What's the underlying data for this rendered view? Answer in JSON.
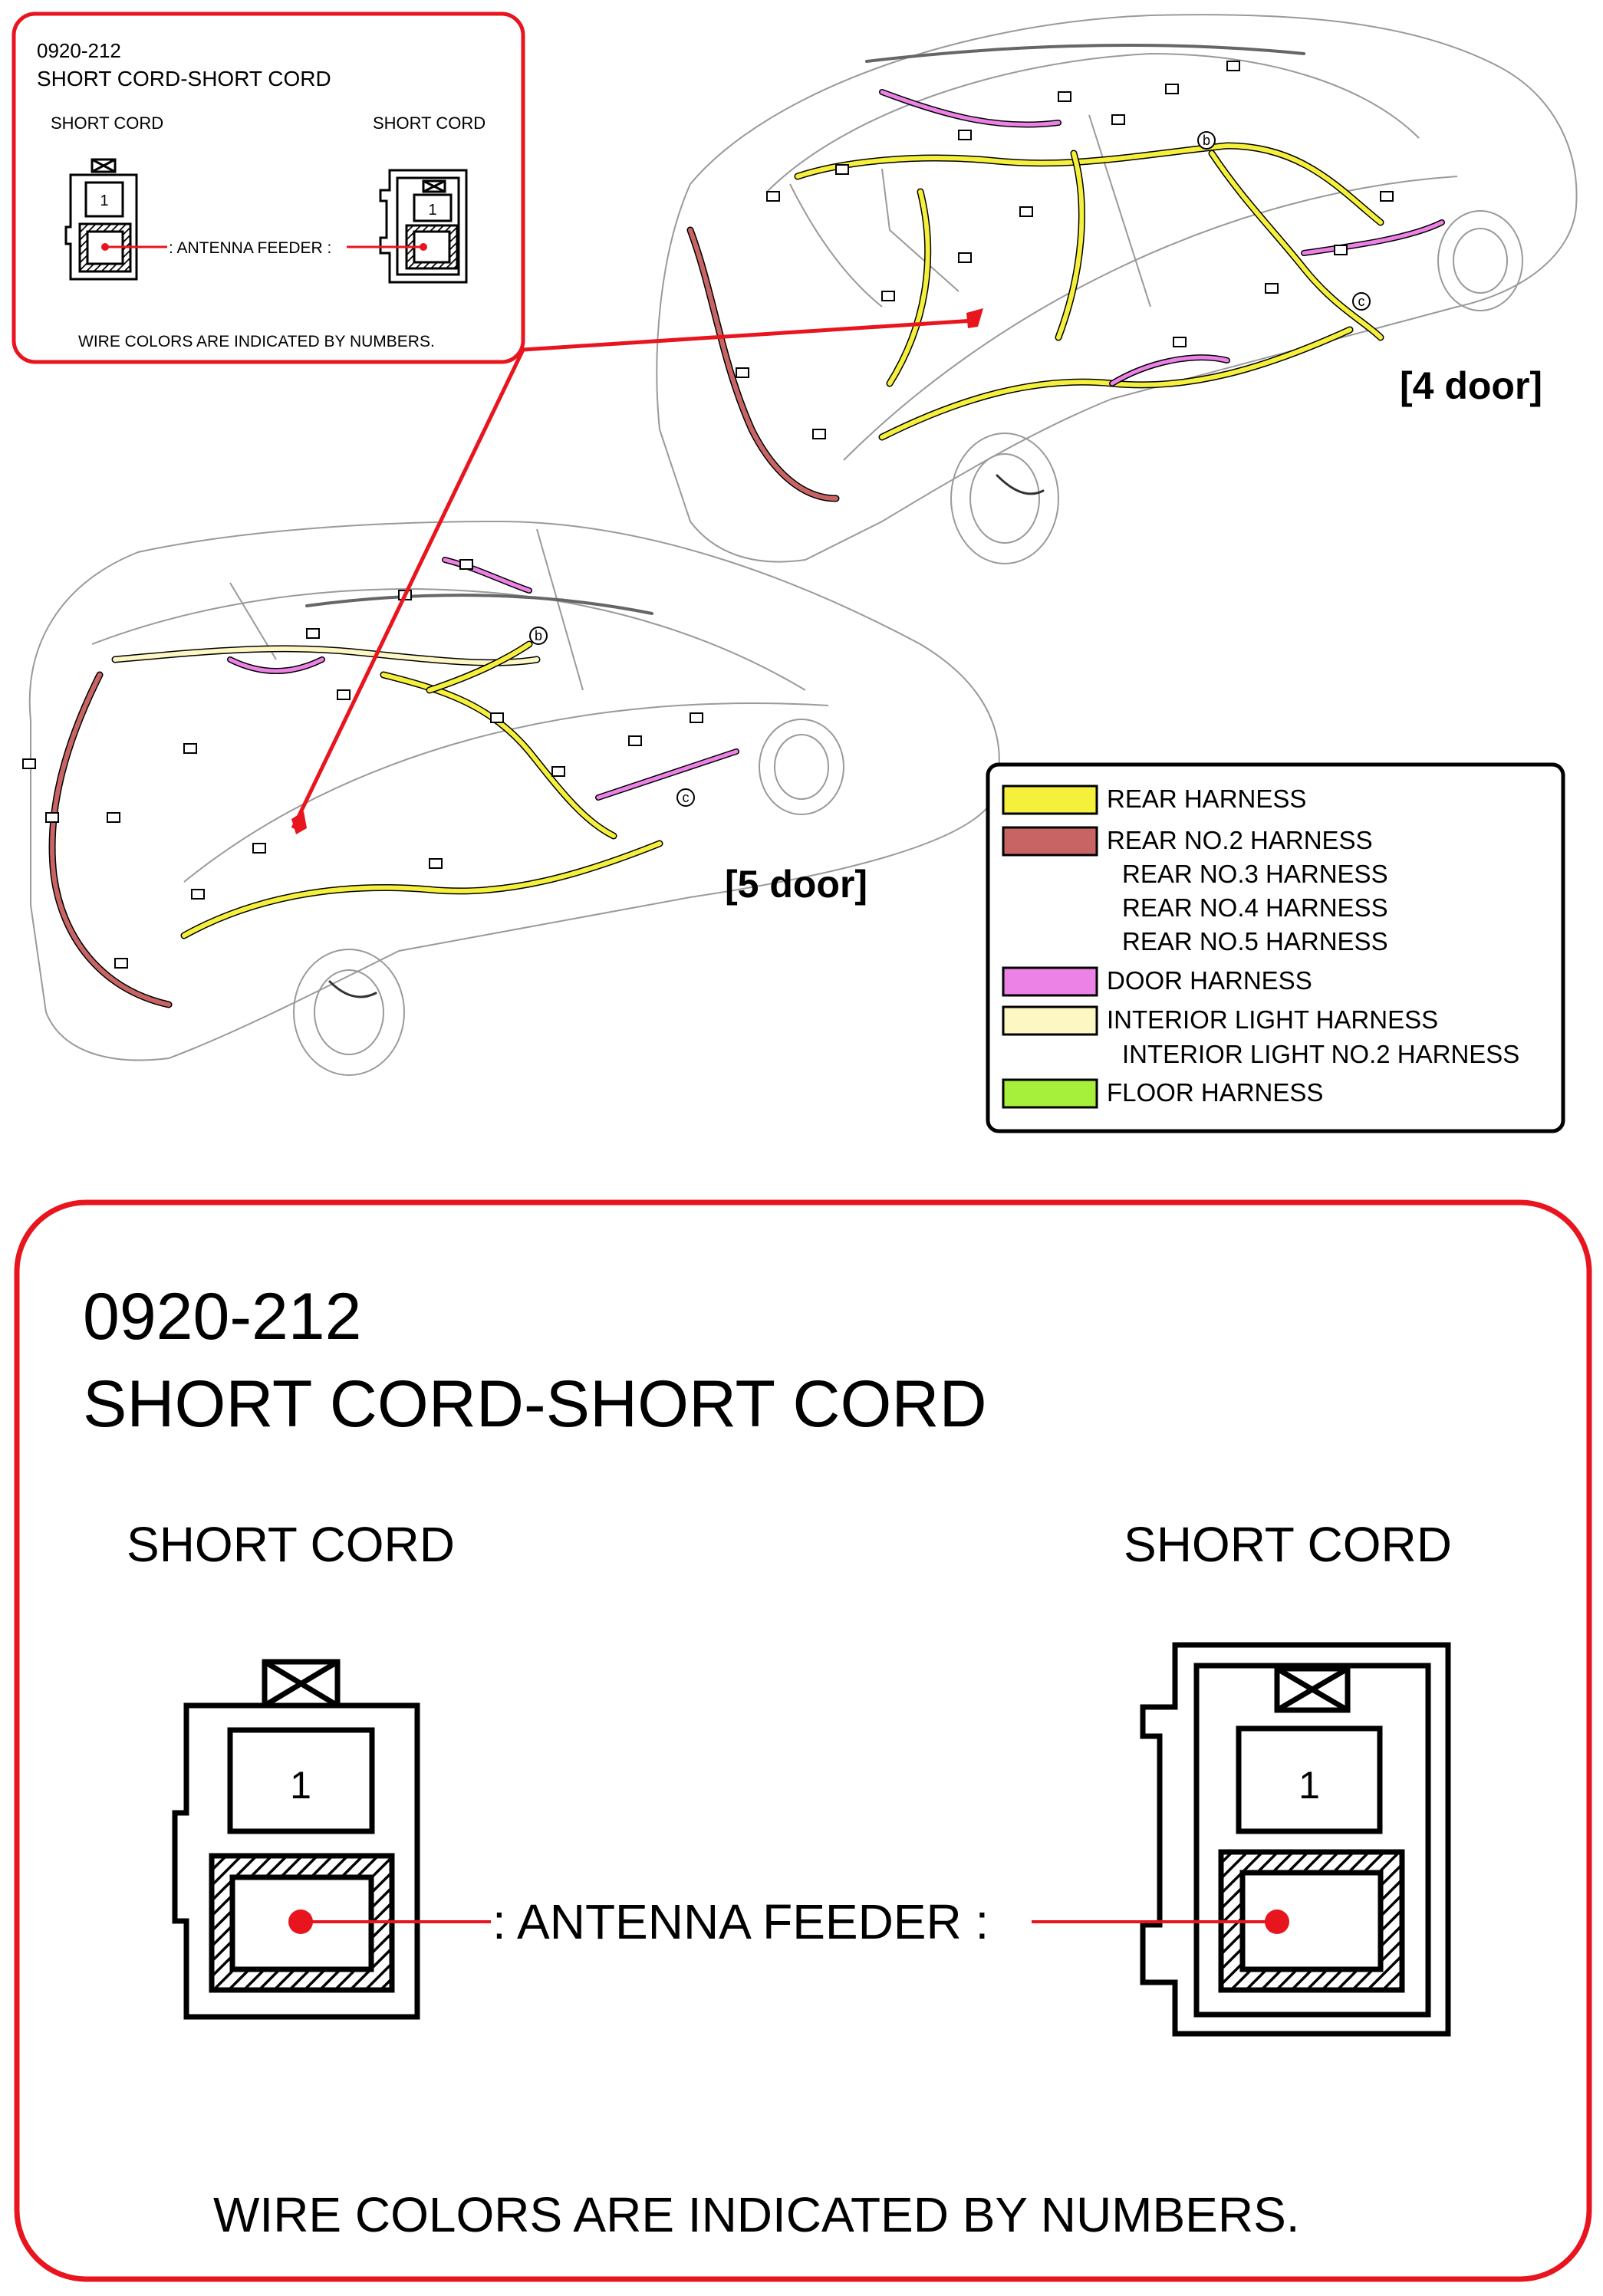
{
  "small_panel": {
    "code": "0920-212",
    "title": "SHORT CORD-SHORT CORD",
    "left_label": "SHORT CORD",
    "right_label": "SHORT CORD",
    "pin_number": "1",
    "feeder_label": ": ANTENNA FEEDER :",
    "note": "WIRE COLORS ARE INDICATED BY NUMBERS."
  },
  "cars": {
    "four_door_label": "[4 door]",
    "five_door_label": "[5 door]",
    "callout_b": "b",
    "callout_c": "c"
  },
  "legend": {
    "items": [
      {
        "color": "#f5f03c",
        "lines": [
          "REAR HARNESS"
        ]
      },
      {
        "color": "#c86464",
        "lines": [
          "REAR NO.2 HARNESS",
          "REAR NO.3 HARNESS",
          "REAR NO.4 HARNESS",
          "REAR NO.5 HARNESS"
        ]
      },
      {
        "color": "#ec82e6",
        "lines": [
          "DOOR HARNESS"
        ]
      },
      {
        "color": "#fdf7c3",
        "lines": [
          "INTERIOR LIGHT HARNESS",
          "INTERIOR LIGHT NO.2 HARNESS"
        ]
      },
      {
        "color": "#a6f03c",
        "lines": [
          "FLOOR HARNESS"
        ]
      }
    ]
  },
  "big_panel": {
    "code": "0920-212",
    "title": "SHORT CORD-SHORT CORD",
    "left_label": "SHORT CORD",
    "right_label": "SHORT CORD",
    "pin_number": "1",
    "feeder_label": ": ANTENNA FEEDER :",
    "note": "WIRE COLORS ARE INDICATED BY NUMBERS."
  },
  "colors": {
    "accent_red": "#e8141e",
    "wire_red": "#e8141e"
  }
}
